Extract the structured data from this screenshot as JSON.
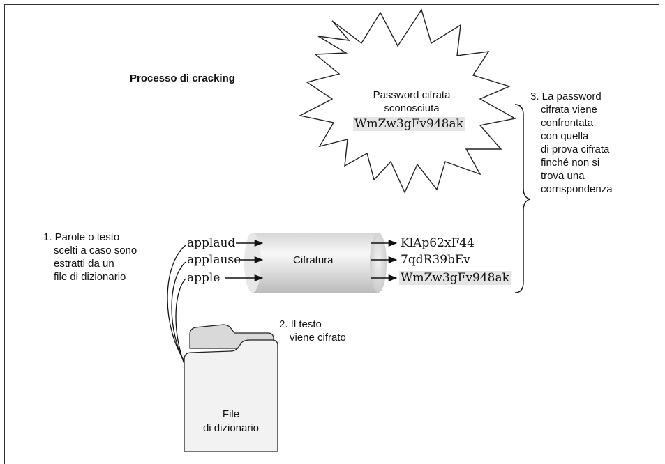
{
  "title": "Processo di cracking",
  "starburst": {
    "line1": "Password cifrata",
    "line2": "sconosciuta",
    "hash": "WmZw3gFv948ak"
  },
  "step3": [
    "3. La password",
    "cifrata viene",
    "confrontata",
    "con quella",
    "di prova cifrata",
    "finché non si",
    "trova una",
    "corrispondenza"
  ],
  "step1": [
    "1. Parole o testo",
    "scelti a caso sono",
    "estratti da un",
    "file di dizionario"
  ],
  "step2": [
    "2. Il testo",
    "viene cifrato"
  ],
  "cylinder_label": "Cifratura",
  "words": [
    "applaud",
    "applause",
    "apple"
  ],
  "outputs": [
    "KlAp62xF44",
    "7qdR39bEv",
    "WmZw3gFv948ak"
  ],
  "folder": {
    "line1": "File",
    "line2": "di dizionario"
  },
  "colors": {
    "highlight": "#e4e4e4",
    "cylinder_light": "#f7f7f7",
    "cylinder_dark": "#bdbdbd"
  }
}
